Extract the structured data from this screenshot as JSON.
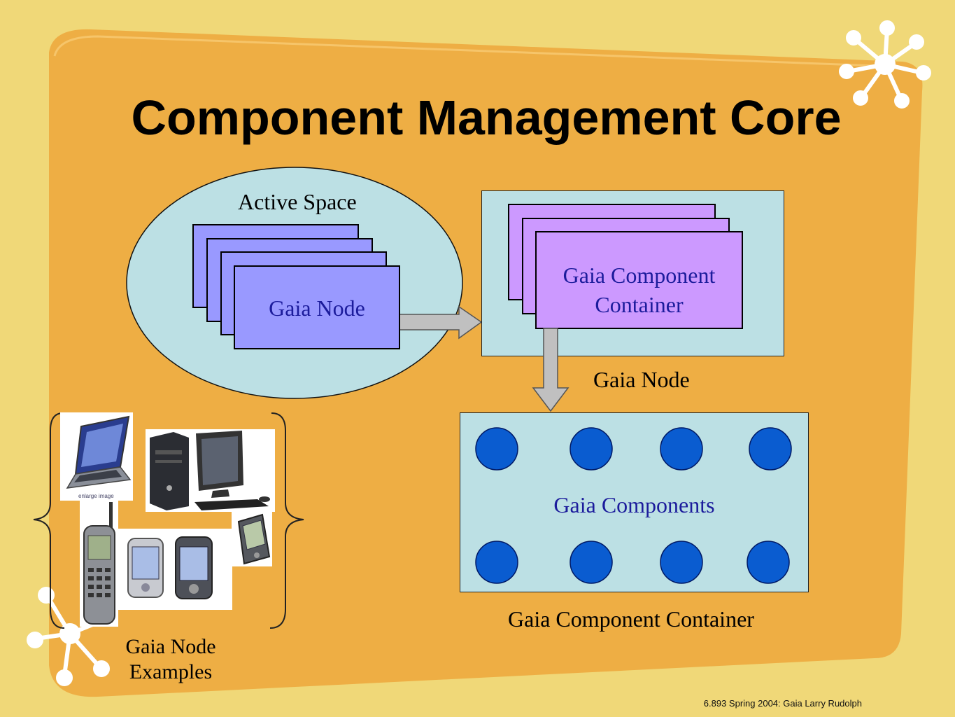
{
  "slide": {
    "title": "Component Management Core",
    "footer": "6.893 Spring 2004: Gaia  Larry Rudolph"
  },
  "active_space": {
    "label": "Active Space",
    "node_card_label": "Gaia Node"
  },
  "gaia_node_panel": {
    "container_card_label_line1": "Gaia Component",
    "container_card_label_line2": "Container",
    "caption": "Gaia Node"
  },
  "component_container_panel": {
    "center_label": "Gaia Components",
    "caption": "Gaia Component Container",
    "component_color": "#0A5CD0"
  },
  "examples": {
    "caption_line1": "Gaia Node",
    "caption_line2": "Examples",
    "devices": [
      "laptop-icon",
      "desktop-computer-icon",
      "mobile-phone-icon",
      "pda-icon",
      "palm-pda-icon"
    ]
  },
  "colors": {
    "background": "#F0D878",
    "orange_panel": "#EEAE44",
    "ellipse_fill": "#BCE0E4",
    "node_card": "#9999FF",
    "container_card": "#CC99FF",
    "arrow_fill": "#C0C0C0"
  }
}
